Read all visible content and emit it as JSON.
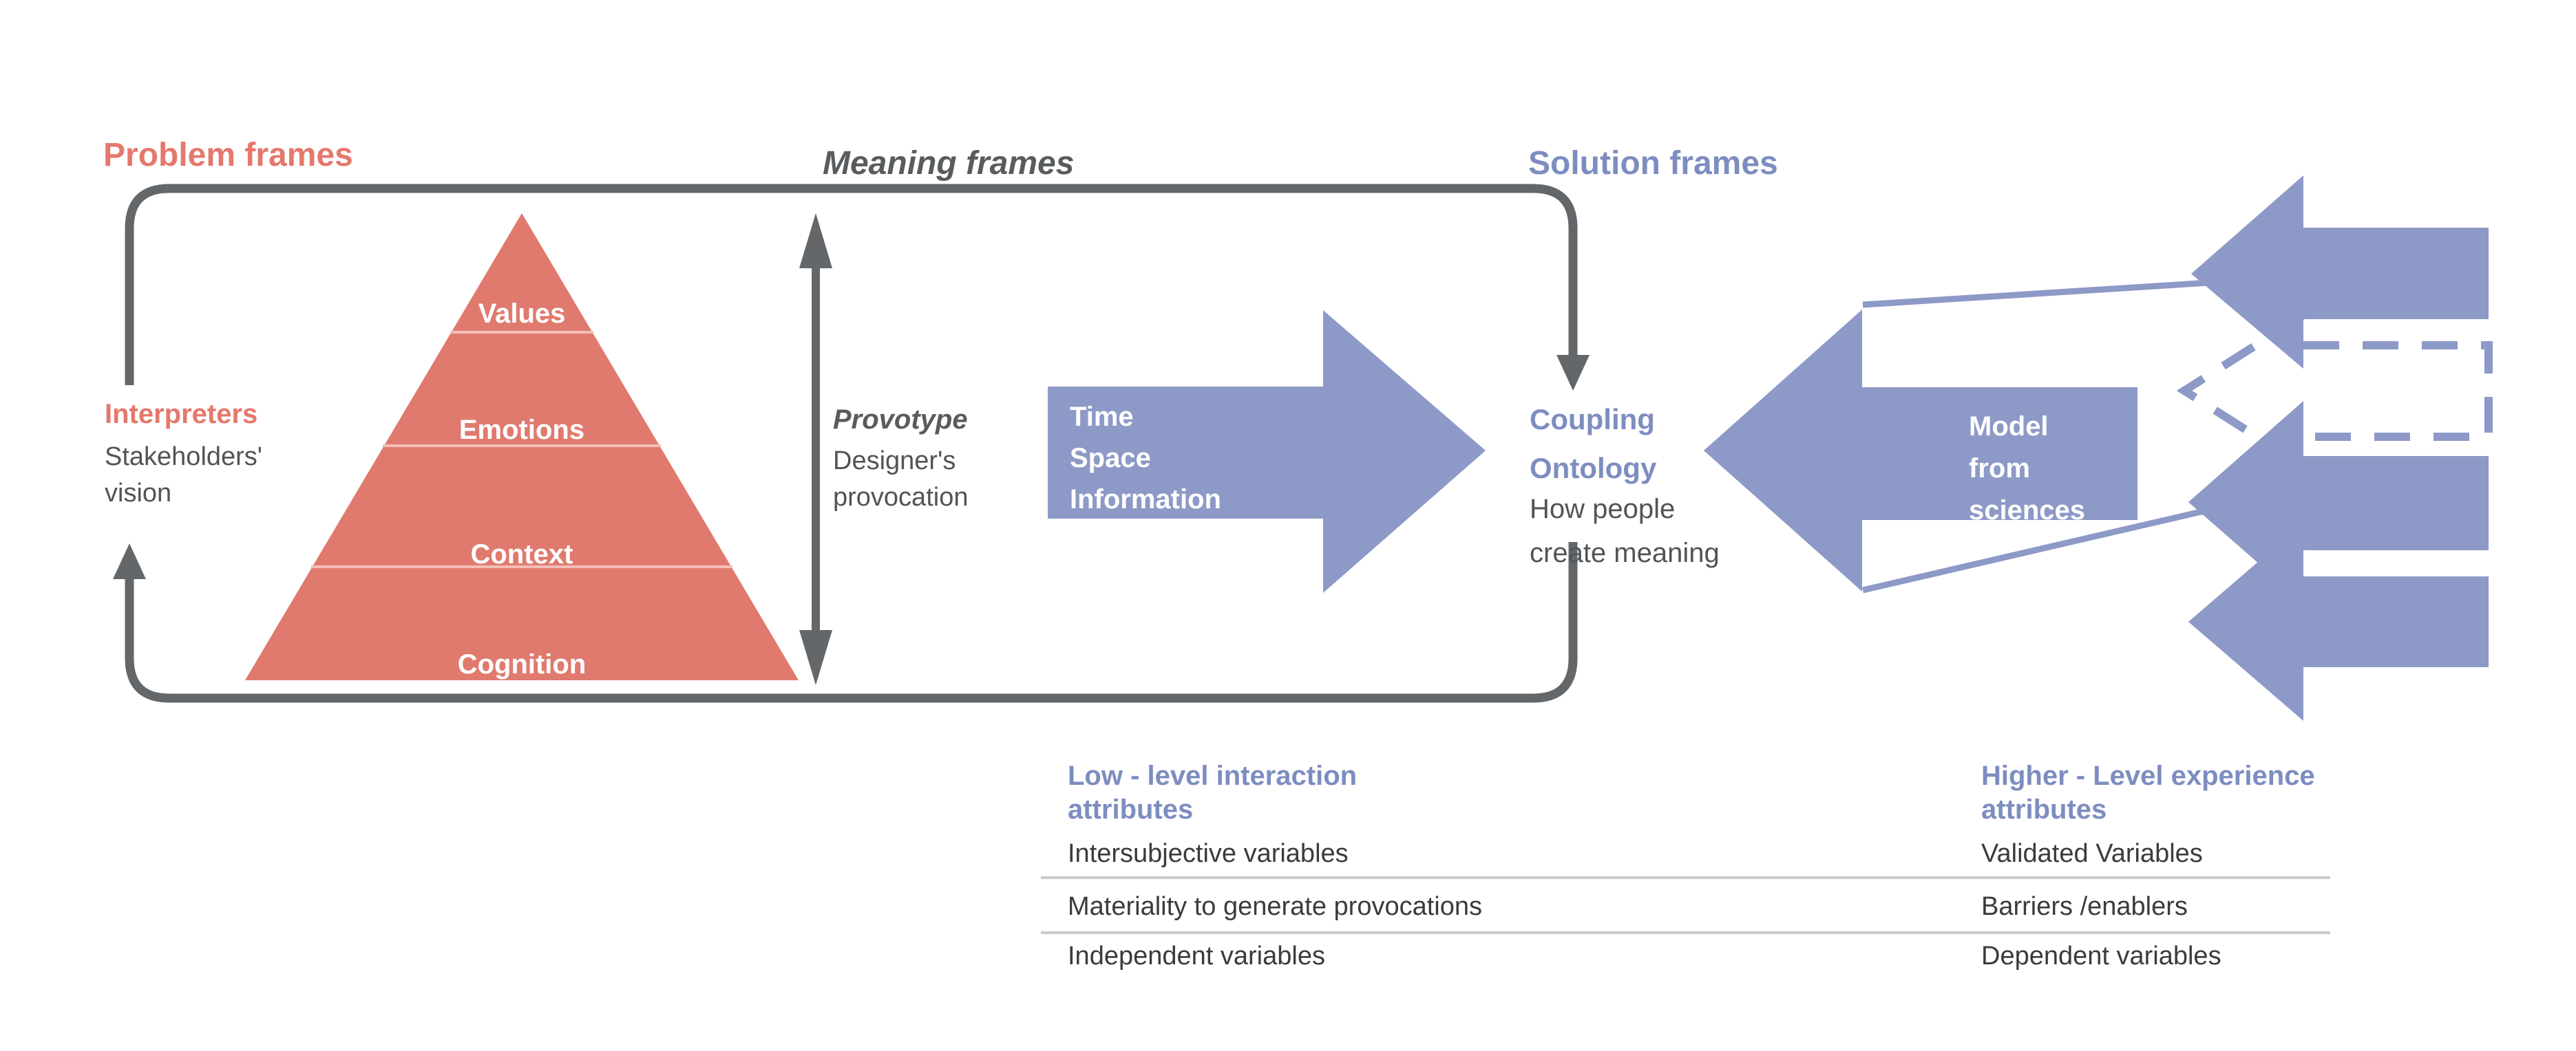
{
  "palette": {
    "salmon_text": "#e5786c",
    "pyramid_fill": "#e07a6e",
    "blue_shape": "#8d99c7",
    "blue_text": "#7d8dc0",
    "frame_gray": "#64676a",
    "body_text": "#515457",
    "table_text": "#3a3b3d",
    "divider": "#cbcbcb"
  },
  "headings": {
    "problem": "Problem frames",
    "meaning": "Meaning frames",
    "solution": "Solution frames"
  },
  "interpreters": {
    "title": "Interpreters",
    "line1": "Stakeholders'",
    "line2": "vision"
  },
  "pyramid": {
    "levels": [
      "Values",
      "Emotions",
      "Context",
      "Cognition"
    ]
  },
  "provotype": {
    "title": "Provotype",
    "line1": "Designer's",
    "line2": "provocation"
  },
  "time_arrow": {
    "line1": "Time",
    "line2": "Space",
    "line3": "Information"
  },
  "coupling": {
    "title_line1": "Coupling",
    "title_line2": "Ontology",
    "sub_line1": "How people",
    "sub_line2": "create meaning"
  },
  "model_arrow": {
    "line1": "Model",
    "line2": "from",
    "line3": "sciences"
  },
  "table": {
    "left_header_line1": "Low - level interaction",
    "left_header_line2": "attributes",
    "right_header_line1": "Higher - Level experience",
    "right_header_line2": "attributes",
    "rows": [
      {
        "left": "Intersubjective variables",
        "right": "Validated Variables"
      },
      {
        "left": "Materiality to generate provocations",
        "right": "Barriers /enablers"
      },
      {
        "left": "Independent variables",
        "right": "Dependent variables"
      }
    ]
  }
}
